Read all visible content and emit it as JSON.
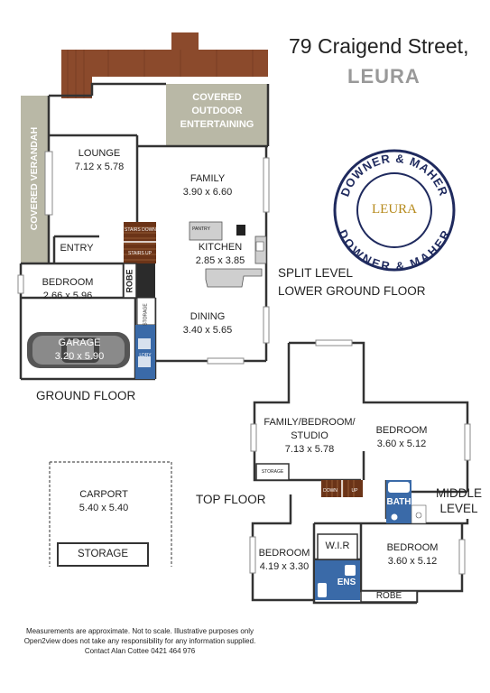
{
  "address": {
    "street": "79 Craigend Street,",
    "suburb": "LEURA"
  },
  "stamp": {
    "top_text": "DOWNER & MAHER",
    "bottom_text": "DOWNER & MAHER",
    "center": "LEURA"
  },
  "ground_floor": {
    "title": "GROUND FLOOR",
    "rooms": {
      "verandah": "COVERED VERANDAH",
      "outdoor": [
        "COVERED",
        "OUTDOOR",
        "ENTERTAINING"
      ],
      "lounge": {
        "name": "LOUNGE",
        "size": "7.12 x 5.78"
      },
      "family": {
        "name": "FAMILY",
        "size": "3.90 x 6.60"
      },
      "entry": "ENTRY",
      "kitchen": {
        "name": "KITCHEN",
        "size": "2.85 x 3.85"
      },
      "pantry": "PANTRY",
      "bedroom": {
        "name": "BEDROOM",
        "size": "2.66 x 5.96"
      },
      "robe": "ROBE",
      "stairs_down": "STAIRS DOWN",
      "stairs_up": "STAIRS UP",
      "storage": "STORAGE",
      "dining": {
        "name": "DINING",
        "size": "3.40 x 5.65"
      },
      "garage": {
        "name": "GARAGE",
        "size": "3.20 x 5.90"
      },
      "ldry": "LDRY"
    }
  },
  "split_level": {
    "line1": "SPLIT LEVEL",
    "line2": "LOWER GROUND FLOOR"
  },
  "top_floor": {
    "title": "TOP FLOOR",
    "middle": [
      "MIDDLE",
      "LEVEL"
    ],
    "rooms": {
      "studio": {
        "name1": "FAMILY/BEDROOM/",
        "name2": "STUDIO",
        "size": "7.13 x 5.78"
      },
      "bed_a": {
        "name": "BEDROOM",
        "size": "3.60 x 5.12"
      },
      "storage": "STORAGE",
      "stairs_down": "DOWN",
      "stairs_up": "UP",
      "bath": "BATH",
      "bed_b": {
        "name": "BEDROOM",
        "size": "4.19 x 3.30"
      },
      "wir": "W.I.R",
      "bed_c": {
        "name": "BEDROOM",
        "size": "3.60 x 5.12"
      },
      "ens": "ENS",
      "robe": "ROBE"
    }
  },
  "carport": {
    "name": "CARPORT",
    "size": "5.40 x 5.40",
    "storage": "STORAGE"
  },
  "disclaimer": [
    "Measurements are approximate. Not to scale. Illustrative purposes only",
    "Open2view does not take any responsibility for any information supplied.",
    "Contact Alan Cottee 0421 464 976"
  ],
  "colors": {
    "deck": "#8b4a2c",
    "verandah": "#b9b8a6",
    "wall": "#333333",
    "wet": "#3a6aa8",
    "stairs": "#6b3418",
    "stamp": "#1f2a5e",
    "stamp_center": "#b68a1c"
  }
}
